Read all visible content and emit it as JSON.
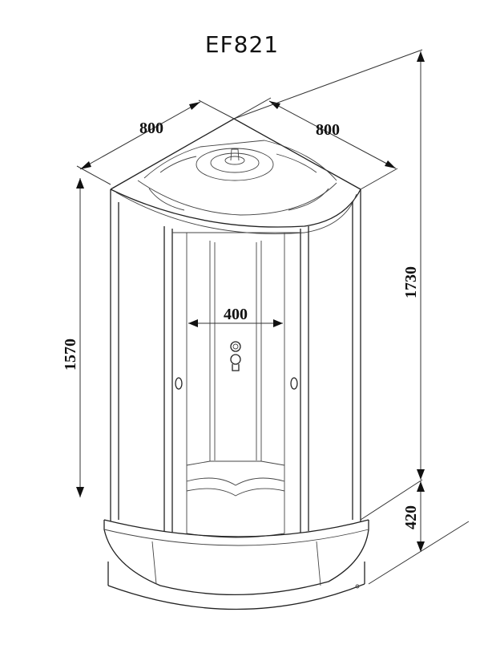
{
  "title": "EF821",
  "dimensions": {
    "top_depth_left": "800",
    "top_depth_right": "800",
    "door_width": "400",
    "cabin_height": "1570",
    "total_height": "1730",
    "tray_height": "420"
  }
}
